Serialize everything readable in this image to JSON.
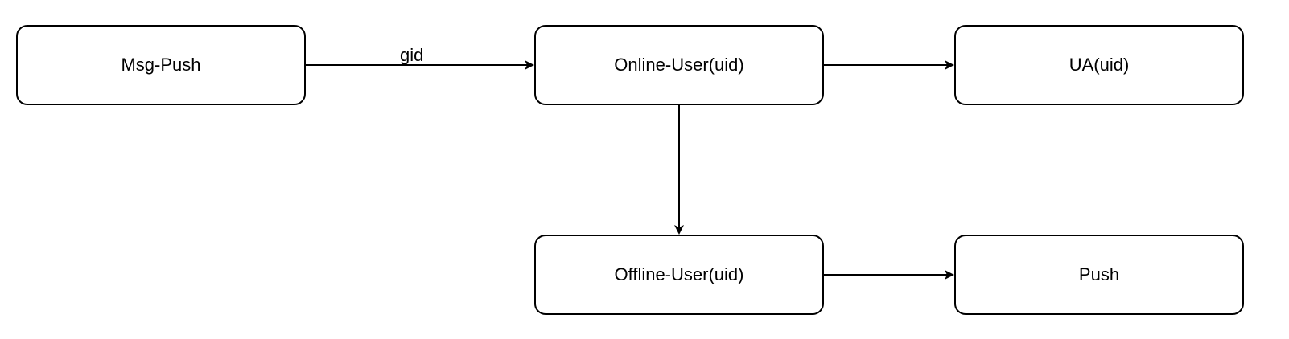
{
  "diagram": {
    "nodes": [
      {
        "id": "msg-push",
        "label": "Msg-Push"
      },
      {
        "id": "online-user",
        "label": "Online-User(uid)"
      },
      {
        "id": "ua",
        "label": "UA(uid)"
      },
      {
        "id": "offline-user",
        "label": "Offline-User(uid)"
      },
      {
        "id": "push",
        "label": "Push"
      }
    ],
    "edges": [
      {
        "from": "msg-push",
        "to": "online-user",
        "label": "gid"
      },
      {
        "from": "online-user",
        "to": "ua",
        "label": ""
      },
      {
        "from": "online-user",
        "to": "offline-user",
        "label": ""
      },
      {
        "from": "offline-user",
        "to": "push",
        "label": ""
      }
    ],
    "colors": {
      "stroke": "#000000",
      "fill": "#ffffff",
      "text": "#000000"
    }
  }
}
